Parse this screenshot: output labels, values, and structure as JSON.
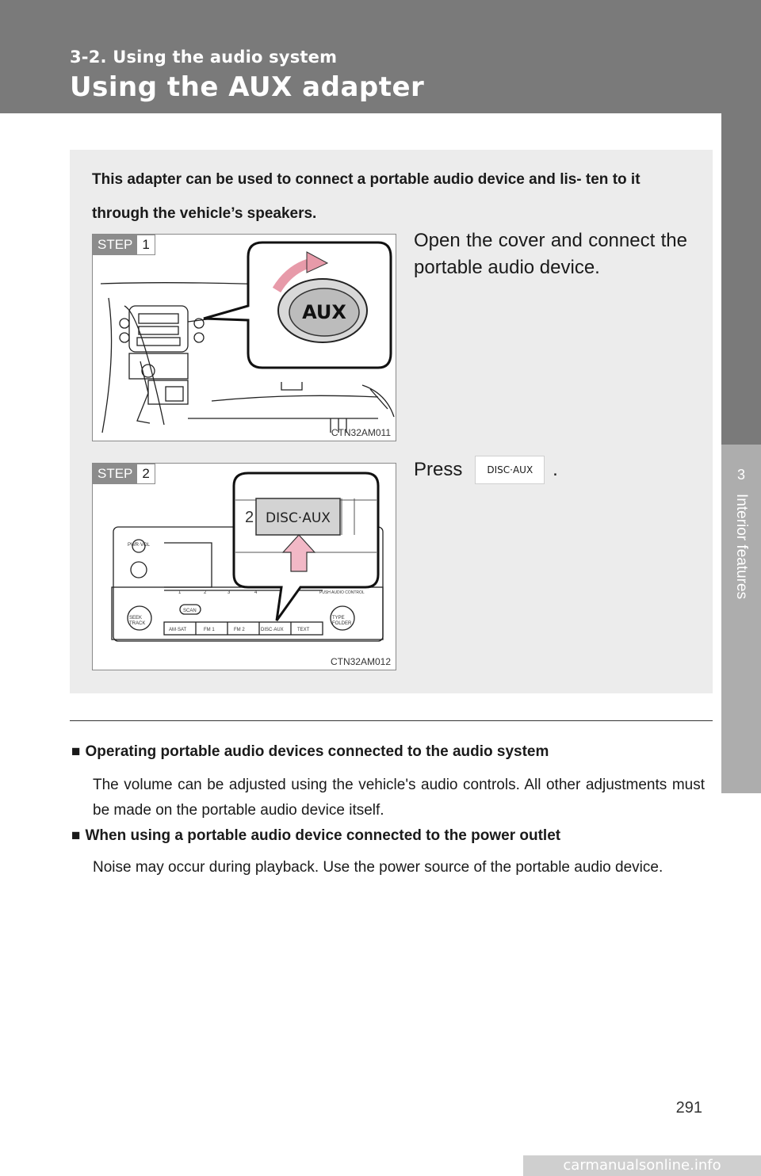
{
  "header": {
    "section_label": "3-2. Using the audio system",
    "title": "Using the AUX adapter"
  },
  "side_tab": {
    "chapter_number": "3",
    "chapter_name": "Interior features"
  },
  "intro": "This adapter can be used to connect a portable audio device and lis- ten to it through the vehicle’s speakers.",
  "steps": [
    {
      "badge_word": "STEP",
      "badge_num": "1",
      "text": "Open the cover and connect the portable audio device.",
      "figure_code": "CTN32AM011",
      "figure_labels": {
        "aux": "AUX"
      }
    },
    {
      "badge_word": "STEP",
      "badge_num": "2",
      "text_before": "Press",
      "button_label": "DISC·AUX",
      "text_after": ".",
      "figure_code": "CTN32AM012",
      "figure_labels": {
        "preset_num": "2",
        "disc_aux": "DISC·AUX",
        "pwr_vol": "PWR·VOL",
        "seek_track": "SEEK\nTRACK",
        "type_folder": "TYPE\nFOLDER",
        "scan": "SCAN",
        "buttons": [
          "AM·SAT",
          "FM 1",
          "FM 2",
          "DISC·AUX",
          "TEXT"
        ],
        "presets": [
          "1",
          "2",
          "3",
          "4"
        ],
        "audio_control": "PUSH AUDIO CONTROL"
      }
    }
  ],
  "notes": [
    {
      "marker": "■",
      "heading": "Operating portable audio devices connected to the audio system",
      "body": "The volume can be adjusted using the vehicle's audio controls. All other adjustments must be made on the portable audio device itself."
    },
    {
      "marker": "■",
      "heading": "When using a portable audio device connected to the power outlet",
      "body": "Noise may occur during playback. Use the power source of the portable audio device."
    }
  ],
  "page_number": "291",
  "watermark": "carmanualsonline.info"
}
